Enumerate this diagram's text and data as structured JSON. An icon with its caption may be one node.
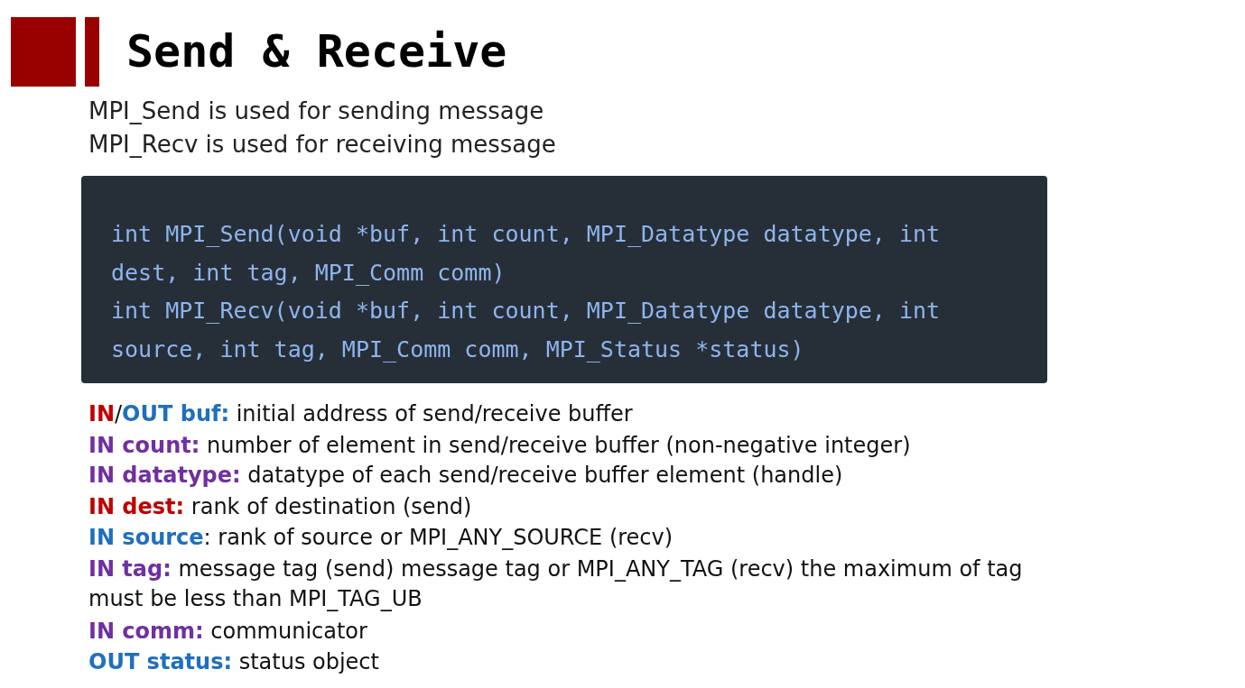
{
  "diagram": {
    "title": "Send & Receive",
    "labels": [
      "MPI_Send is used for sending message",
      "MPI_Recv is used for receiving message",
      "int MPI_Send(void *buf, int count, MPI_Datatype datatype, int dest, int tag, MPI_Comm comm)",
      "int MPI_Recv(void *buf, int count, MPI_Datatype datatype, int source, int tag, MPI_Comm comm, MPI_Status *status)",
      "**IN**/**OUT buf:** initial address of send/receive buffer",
      "**IN count:** number of element in send/receive buffer (non-negative integer)",
      "**IN datatype:** datatype of each send/receive buffer element (handle)",
      "**IN dest:** rank of destination (send)",
      "**IN source**: rank of source or MPI_ANY_SOURCE (recv)",
      "**IN tag:** message tag (send) message tag or MPI_ANY_TAG (recv) the maximum of tag must be less than MPI_TAG_UB",
      "**IN comm:** communicator",
      "**OUT status:** status object"
    ]
  }
}
